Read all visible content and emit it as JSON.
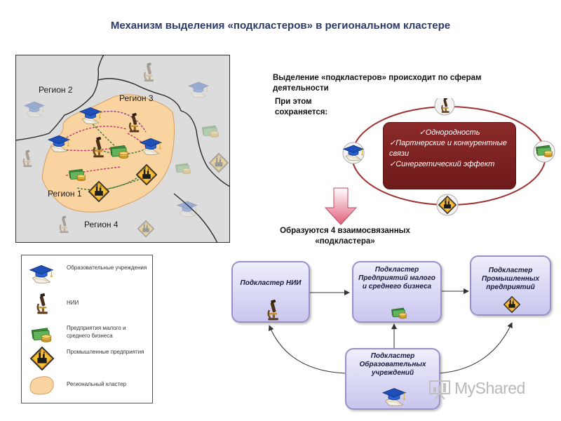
{
  "title": "Механизм выделения «подкластеров» в региональном кластере",
  "map": {
    "regions": [
      "Регион 1",
      "Регион 2",
      "Регион 3",
      "Регион 4"
    ]
  },
  "legend": {
    "items": [
      {
        "icon": "graduation-cap-icon",
        "label": "Образовательные учреждения"
      },
      {
        "icon": "microscope-icon",
        "label": "НИИ"
      },
      {
        "icon": "money-coins-icon",
        "label": "Предприятия малого и среднего бизнеса"
      },
      {
        "icon": "factory-diamond-icon",
        "label": "Промышленные предприятия"
      },
      {
        "icon": "cluster-blob-icon",
        "label": "Региональный кластер"
      }
    ]
  },
  "intro": "Выделение «подкластеров» происходит по сферам деятельности",
  "keep": "При этом сохраняется:",
  "features": [
    "Однородность",
    "Партнерские и конкурентные связи",
    "Синергетический эффект"
  ],
  "result": "Образуются 4 взаимосвязанных «подкластера»",
  "subclusters": {
    "nii": "Подкластер НИИ",
    "small": "Подкластер Предприятий малого и среднего бизнеса",
    "industrial": "Подкластер Промышленных предприятий",
    "education": "Подкластер Образовательных учреждений"
  },
  "watermark": "MyShared",
  "colors": {
    "title": "#2b3a67",
    "cluster_fill": "#f9d3a0",
    "features_box": "#7a1f1f",
    "ring": "#a03030",
    "subcluster_box": "#c9c6ee",
    "arrow": "#e0607a"
  }
}
